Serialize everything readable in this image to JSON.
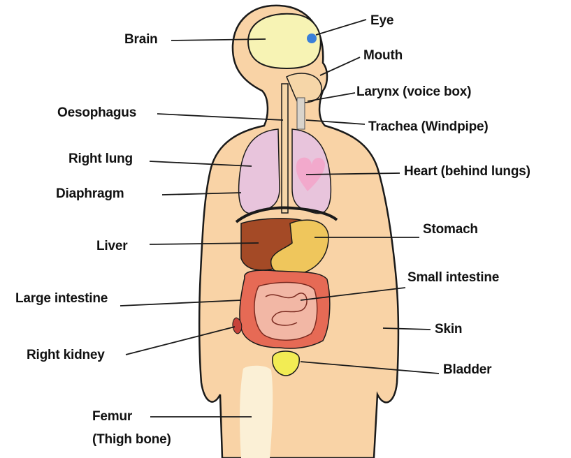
{
  "labels": {
    "brain": "Brain",
    "eye": "Eye",
    "mouth": "Mouth",
    "larynx": "Larynx (voice box)",
    "oesophagus": "Oesophagus",
    "trachea": "Trachea (Windpipe)",
    "right_lung": "Right lung",
    "heart": "Heart (behind lungs)",
    "diaphragm": "Diaphragm",
    "stomach": "Stomach",
    "liver": "Liver",
    "small_intestine": "Small intestine",
    "large_intestine": "Large intestine",
    "skin": "Skin",
    "right_kidney": "Right kidney",
    "bladder": "Bladder",
    "femur_line1": "Femur",
    "femur_line2": "(Thigh bone)"
  },
  "colors": {
    "skin": "#f9d3a6",
    "brain": "#f7f3b4",
    "eye": "#3a7fd9",
    "lung": "#e8c4dc",
    "heart": "#f2a9cc",
    "liver": "#a44a26",
    "stomach": "#efc65c",
    "intestine": "#e66a55",
    "bladder": "#f2ec54",
    "femur": "#fbf0d6",
    "oesophagus": "#f6d6a8",
    "outline": "#1a1a1a"
  }
}
